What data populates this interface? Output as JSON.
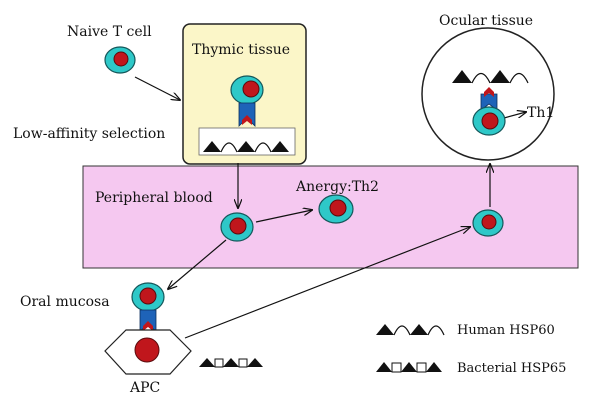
{
  "labels": {
    "naive_t_cell": "Naive T cell",
    "thymic_tissue": "Thymic tissue",
    "low_affinity_selection": "Low-affinity selection",
    "ocular_tissue": "Ocular tissue",
    "th1": "Th1",
    "peripheral_blood": "Peripheral blood",
    "anergy_th2": "Anergy:Th2",
    "oral_mucosa": "Oral mucosa",
    "apc": "APC"
  },
  "legend": {
    "human_hsp60": "Human HSP60",
    "bacterial_hsp65": "Bacterial HSP65"
  },
  "colors": {
    "cell_outer": "#2ec8c8",
    "cell_nucleus": "#c0161c",
    "receptor": "#1e63b8",
    "peptide": "#c0161c",
    "thymus_fill": "#fbf6c8",
    "blood_fill": "#f5c8f0"
  }
}
